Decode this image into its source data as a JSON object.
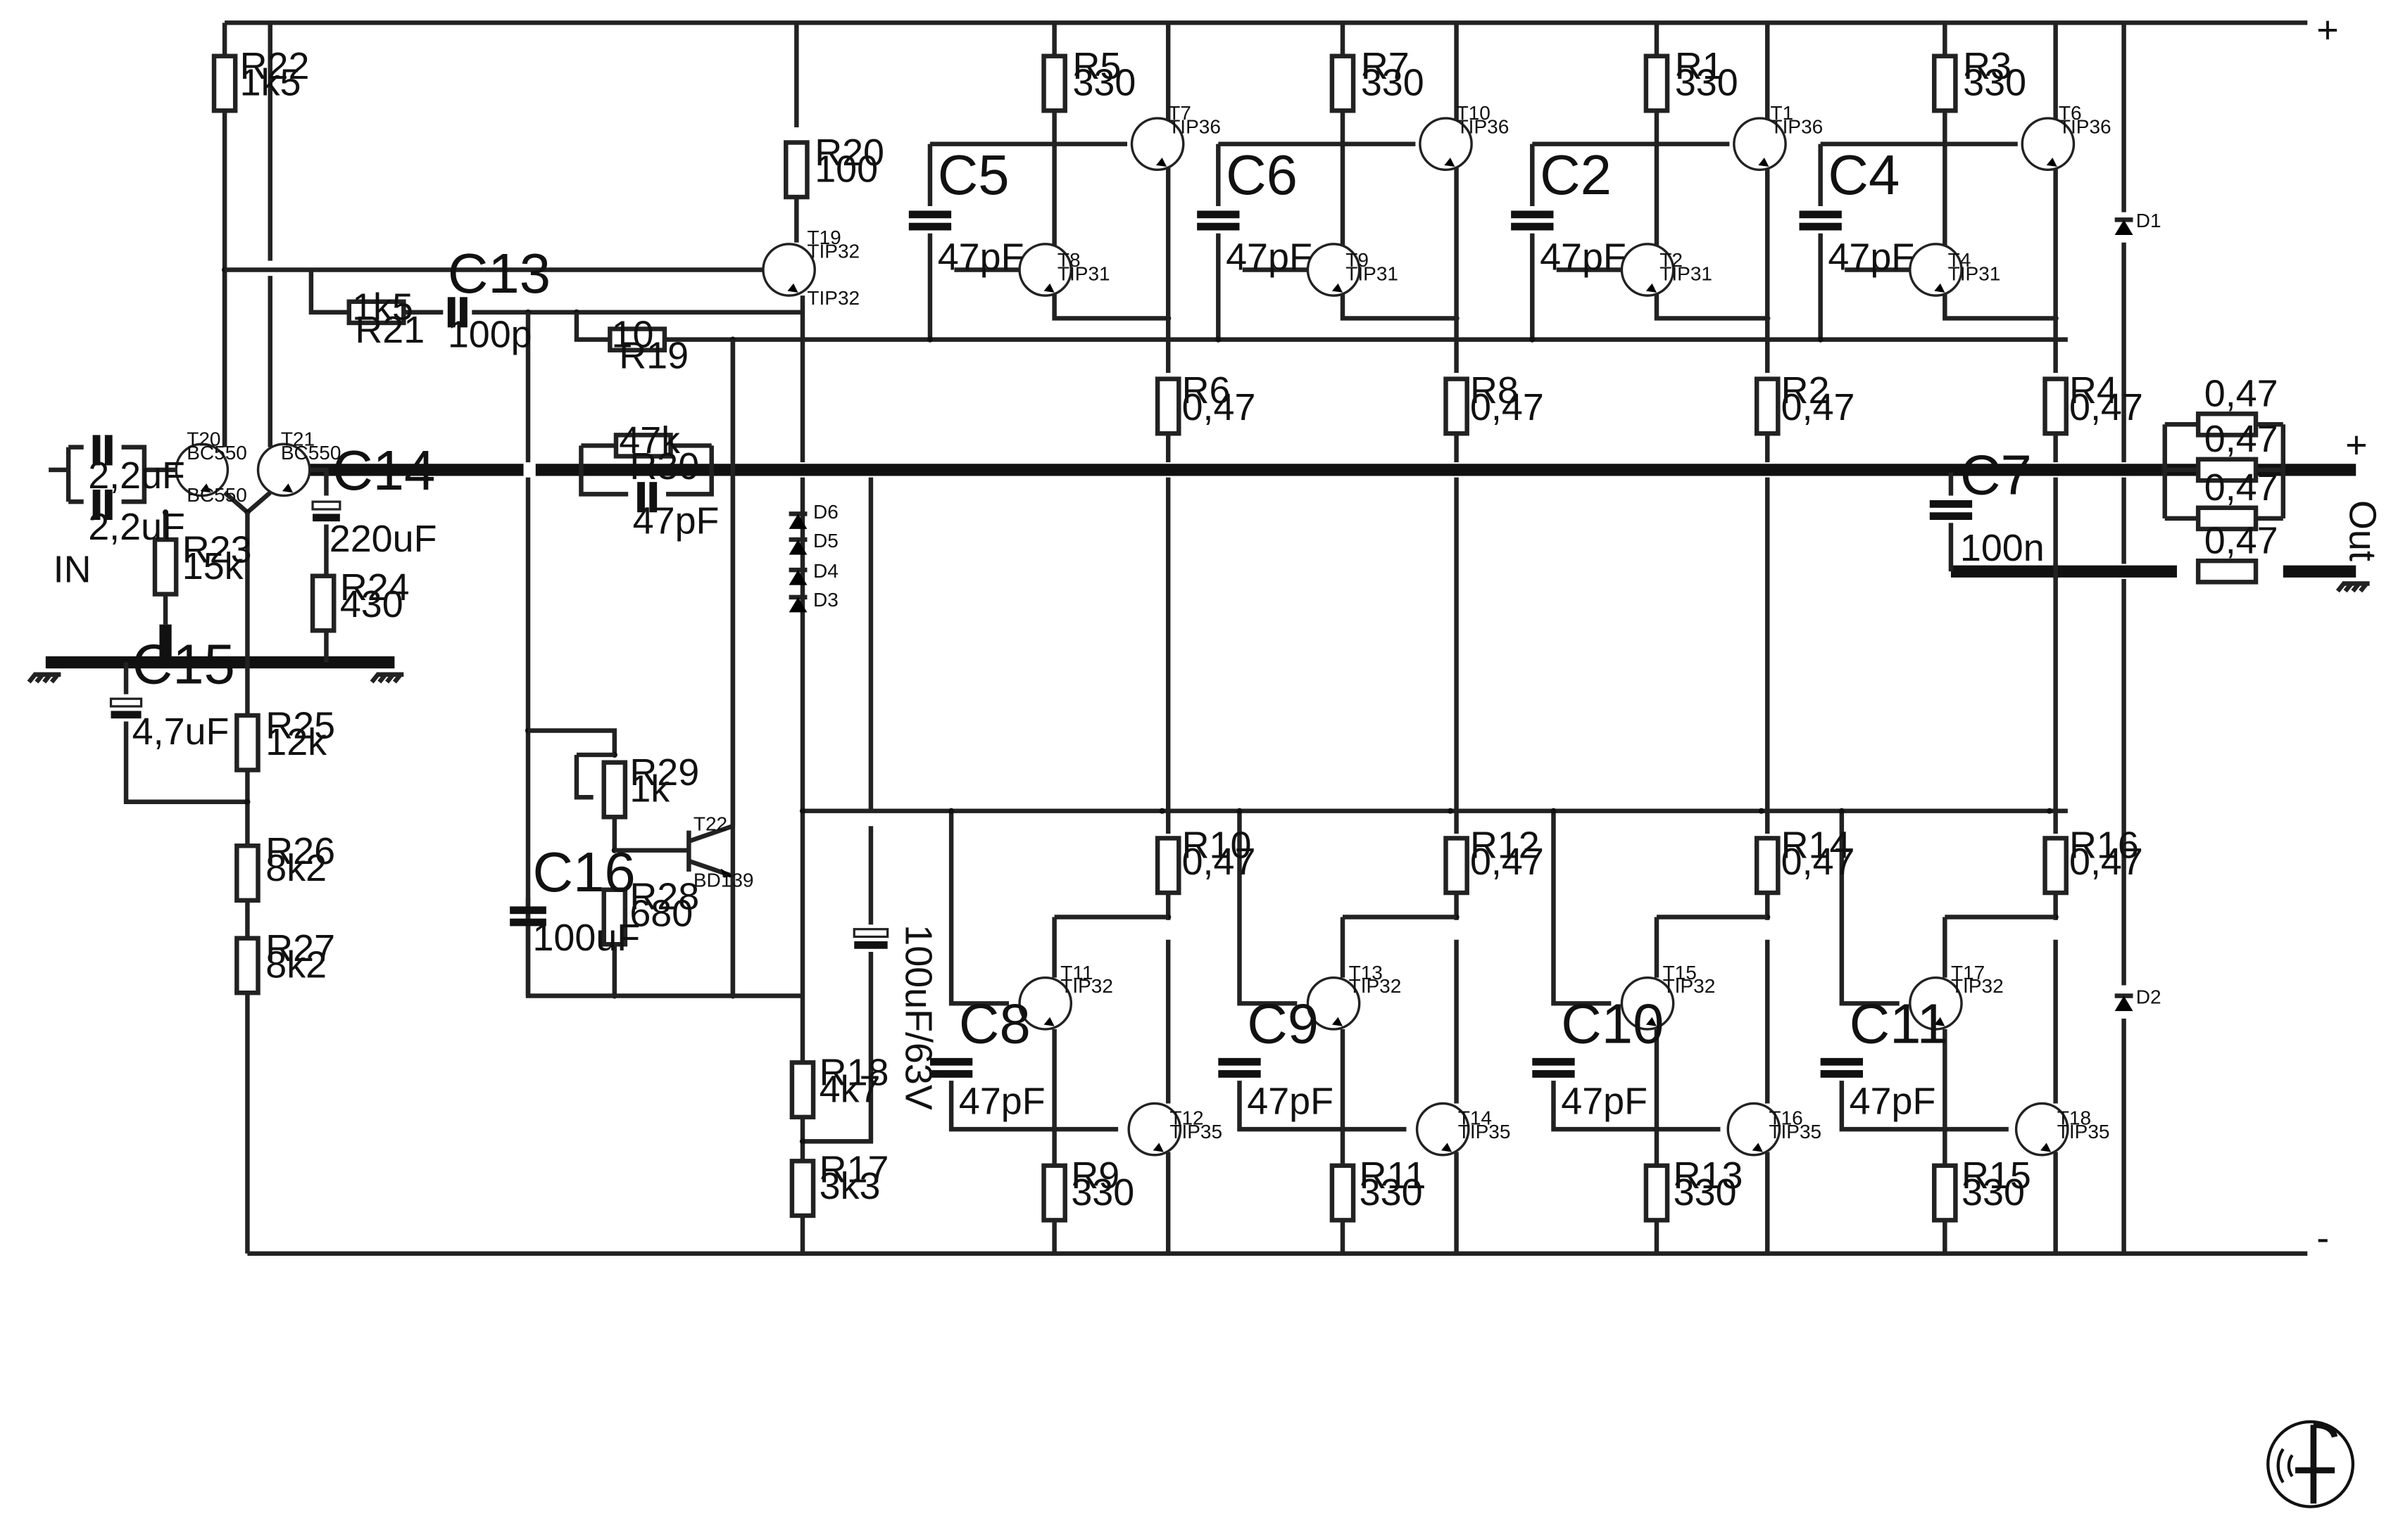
{
  "labels": {
    "input": "IN",
    "output": "Out",
    "plus": "+",
    "minus": "-",
    "rail_plus": "+",
    "rail_minus": "-"
  },
  "components": {
    "R22": [
      "R22",
      "1k5"
    ],
    "R20": [
      "R20",
      "100"
    ],
    "R21": [
      "R21",
      "1k5"
    ],
    "R19": [
      "R19",
      "10"
    ],
    "R30": [
      "R30",
      "47k"
    ],
    "R23": [
      "R23",
      "15k"
    ],
    "R24": [
      "R24",
      "430"
    ],
    "R25": [
      "R25",
      "12k"
    ],
    "R26": [
      "R26",
      "8k2"
    ],
    "R27": [
      "R27",
      "8k2"
    ],
    "R29": [
      "R29",
      "1k"
    ],
    "R28": [
      "R28",
      "680"
    ],
    "R18": [
      "R18",
      "4k7"
    ],
    "R17": [
      "R17",
      "3k3"
    ],
    "R5": [
      "R5",
      "330"
    ],
    "R7": [
      "R7",
      "330"
    ],
    "R1": [
      "R1",
      "330"
    ],
    "R3": [
      "R3",
      "330"
    ],
    "R6": [
      "R6",
      "0,47"
    ],
    "R8": [
      "R8",
      "0,47"
    ],
    "R2": [
      "R2",
      "0,47"
    ],
    "R4": [
      "R4",
      "0,47"
    ],
    "R10": [
      "R10",
      "0,47"
    ],
    "R12": [
      "R12",
      "0,47"
    ],
    "R14": [
      "R14",
      "0,47"
    ],
    "R16": [
      "R16",
      "0,47"
    ],
    "R9": [
      "R9",
      "330"
    ],
    "R11": [
      "R11",
      "330"
    ],
    "R13": [
      "R13",
      "330"
    ],
    "R15": [
      "R15",
      "330"
    ],
    "C13": [
      "C13",
      "100p"
    ],
    "C14": [
      "C14",
      "220uF"
    ],
    "C15": [
      "C15",
      "4,7uF"
    ],
    "C16": [
      "C16",
      "100uF"
    ],
    "C30": [
      "",
      "47pF"
    ],
    "CBIG": [
      "",
      "100uF/63V"
    ],
    "C5": [
      "C5",
      "47pF"
    ],
    "C6": [
      "C6",
      "47pF"
    ],
    "C2": [
      "C2",
      "47pF"
    ],
    "C4": [
      "C4",
      "47pF"
    ],
    "C8": [
      "C8",
      "47pF"
    ],
    "C9": [
      "C9",
      "47pF"
    ],
    "C10": [
      "C10",
      "47pF"
    ],
    "C11": [
      "C11",
      "47pF"
    ],
    "C7": [
      "C7",
      "100n"
    ],
    "CIN1": [
      "",
      "2,2uF"
    ],
    "CIN2": [
      "",
      "2,2uF"
    ],
    "OUTR": [
      "0,47",
      "0,47",
      "0,47",
      "0,47"
    ]
  },
  "transistors": {
    "T20": [
      "T20",
      "BC550"
    ],
    "T21": [
      "T21",
      "BC550"
    ],
    "T19": [
      "T19",
      "TIP32"
    ],
    "T22": [
      "T22",
      "BD139"
    ],
    "T7": [
      "T7",
      "TIP36"
    ],
    "T10": [
      "T10",
      "TIP36"
    ],
    "T1": [
      "T1",
      "TIP36"
    ],
    "T6": [
      "T6",
      "TIP36"
    ],
    "T8": [
      "T8",
      "TIP31"
    ],
    "T9": [
      "T9",
      "TIP31"
    ],
    "T2": [
      "T2",
      "TIP31"
    ],
    "T4": [
      "T4",
      "TIP31"
    ],
    "T11": [
      "T11",
      "TIP32"
    ],
    "T13": [
      "T13",
      "TIP32"
    ],
    "T15": [
      "T15",
      "TIP32"
    ],
    "T17": [
      "T17",
      "TIP32"
    ],
    "T12": [
      "T12",
      "TIP35"
    ],
    "T14": [
      "T14",
      "TIP35"
    ],
    "T16": [
      "T16",
      "TIP35"
    ],
    "T18": [
      "T18",
      "TIP35"
    ]
  },
  "diodes": [
    "D6",
    "D5",
    "D4",
    "D3",
    "D1",
    "D2"
  ]
}
